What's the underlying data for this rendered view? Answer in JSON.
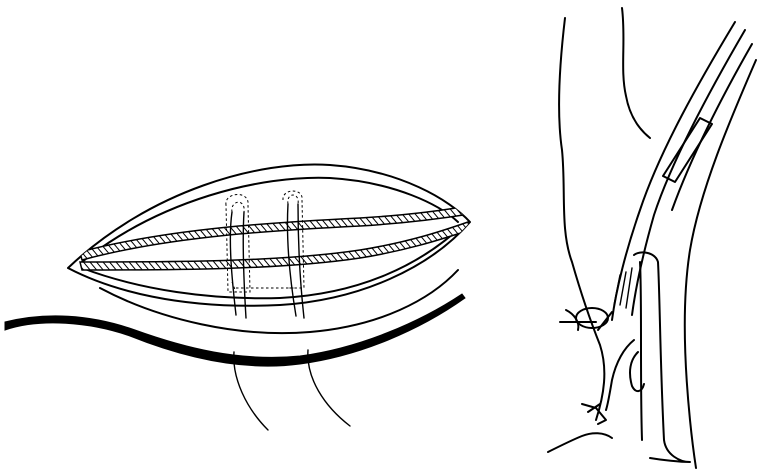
{
  "figure": {
    "panels": [
      {
        "id": "left",
        "subject": "elliptical-wound-sutured"
      },
      {
        "id": "right",
        "subject": "cross-section-suture-closure"
      }
    ],
    "colors": {
      "ink": "#000000",
      "background": "#ffffff"
    }
  }
}
